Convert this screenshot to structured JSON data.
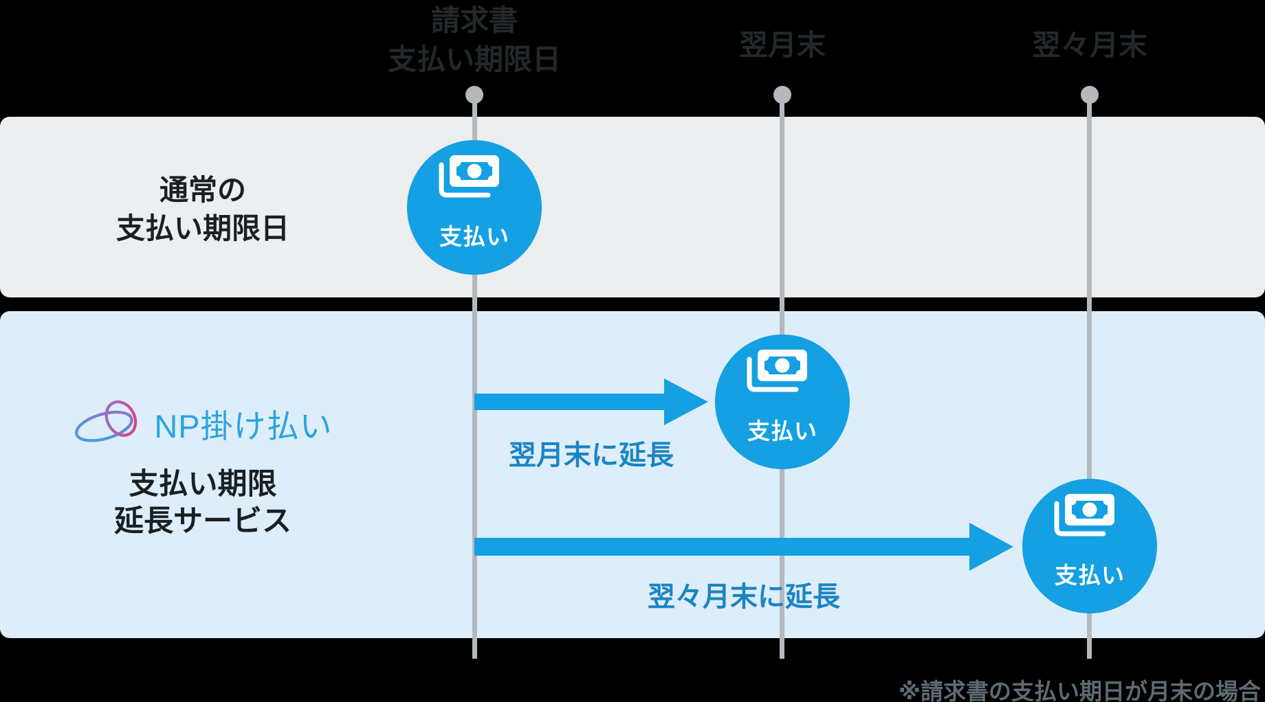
{
  "markers": [
    {
      "line1": "請求書",
      "line2": "支払い期限日"
    },
    {
      "label": "翌月末"
    },
    {
      "label": "翌々月末"
    }
  ],
  "rows": {
    "normal": {
      "line1": "通常の",
      "line2": "支払い期限日"
    },
    "service": {
      "logo_text": "NP掛け払い",
      "line1": "支払い期限",
      "line2": "延長サービス"
    }
  },
  "payments": [
    {
      "label": "支払い"
    },
    {
      "label": "支払い"
    },
    {
      "label": "支払い"
    }
  ],
  "arrows": [
    {
      "label": "翌月末に延長"
    },
    {
      "label": "翌々月末に延長"
    }
  ],
  "footnote": "※請求書の支払い期日が月末の場合",
  "icons": {
    "payment": "banknote-icon",
    "logo": "np-swirl-icon"
  },
  "colors": {
    "background": "#000000",
    "band_normal": "#eceeef",
    "band_service": "#ddeefa",
    "accent_blue": "#14a0e2",
    "arrow_label_blue": "#1b84c4",
    "logo_blue": "#2ba4dd",
    "logo_pink": "#e73a80",
    "timeline_gray": "#b4b9bd",
    "text_dark": "#1b1f21",
    "footnote_gray": "#5d6b75"
  }
}
